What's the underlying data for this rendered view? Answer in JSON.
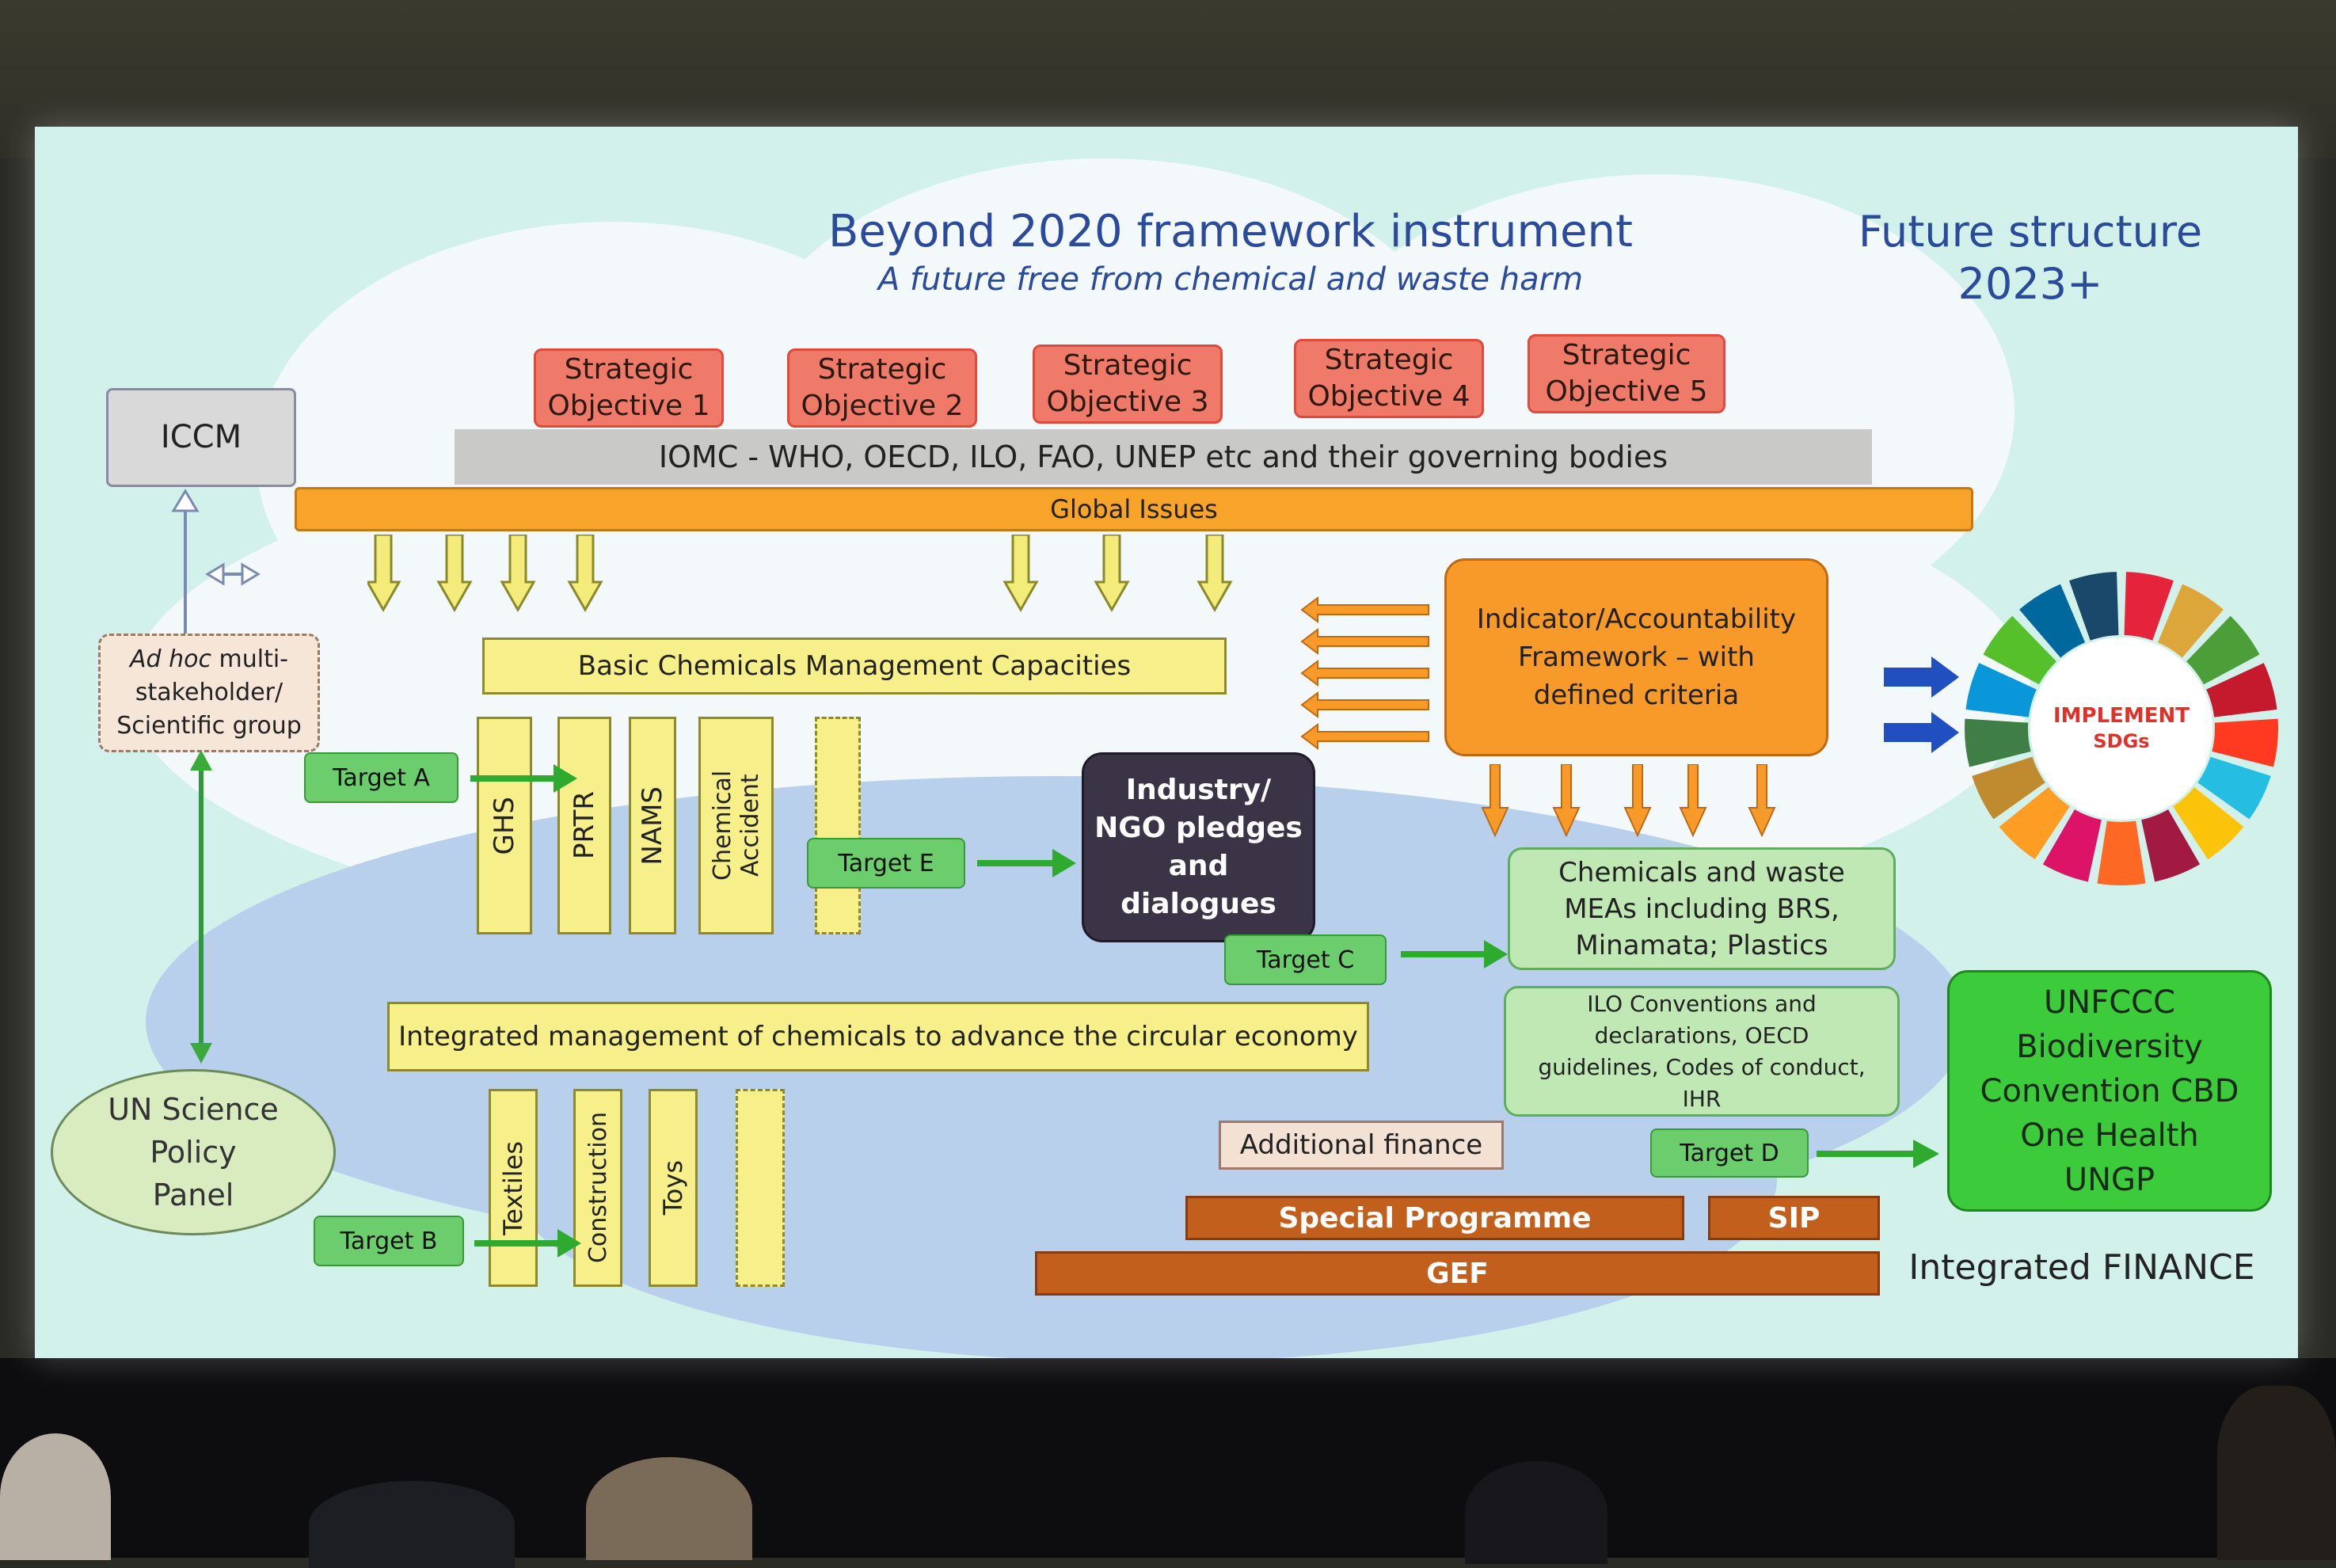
{
  "slide": {
    "title": "Beyond 2020 framework instrument",
    "subtitle": "A future free from chemical and waste harm",
    "future_structure": [
      "Future structure",
      "2023+"
    ]
  },
  "objectives": [
    [
      "Strategic",
      "Objective 1"
    ],
    [
      "Strategic",
      "Objective 2"
    ],
    [
      "Strategic",
      "Objective 3"
    ],
    [
      "Strategic",
      "Objective 4"
    ],
    [
      "Strategic",
      "Objective 5"
    ]
  ],
  "iomc": "IOMC - WHO, OECD, ILO, FAO, UNEP etc and their governing bodies",
  "global_issues": "Global Issues",
  "iccm": "ICCM",
  "adhoc": [
    "Ad hoc",
    " multi-",
    "stakeholder/",
    "Scientific group"
  ],
  "un_panel": [
    "UN Science",
    "Policy",
    "Panel"
  ],
  "basic_capacities": "Basic Chemicals Management Capacities",
  "pillars_top": [
    "GHS",
    "PRTR",
    "NAMS",
    "Chemical Accident"
  ],
  "integrated_mgmt": "Integrated management of chemicals to advance the circular economy",
  "pillars_bottom": [
    "Textiles",
    "Construction",
    "Toys"
  ],
  "targets": {
    "a": "Target A",
    "b": "Target B",
    "c": "Target C",
    "d": "Target D",
    "e": "Target E"
  },
  "industry": [
    "Industry/",
    "NGO pledges",
    "and",
    "dialogues"
  ],
  "indicator": [
    "Indicator/Accountability",
    "Framework – with",
    "defined criteria"
  ],
  "sdgs": [
    "IMPLEMENT",
    "SDGs"
  ],
  "meas": [
    "Chemicals and waste",
    "MEAs including BRS,",
    "Minamata; Plastics"
  ],
  "ilo": [
    "ILO Conventions and",
    "declarations, OECD",
    "guidelines, Codes of conduct,",
    "IHR"
  ],
  "unfccc": [
    "UNFCCC",
    "Biodiversity",
    "Convention CBD",
    "One Health",
    "UNGP"
  ],
  "additional_finance": "Additional finance",
  "special_programme": "Special Programme",
  "sip": "SIP",
  "gef": "GEF",
  "integrated_finance": "Integrated FINANCE",
  "colors": {
    "objective": "#f07a6a",
    "global_bar": "#f8a32a",
    "indicator": "#f89a2a",
    "green_box": "#3bcb3b",
    "finance": "#c35f1d"
  }
}
